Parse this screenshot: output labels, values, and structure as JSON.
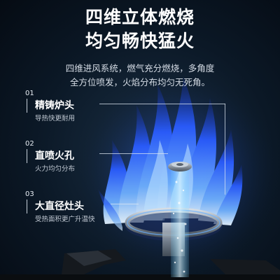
{
  "headline": {
    "line1": "四维立体燃烧",
    "line2": "均匀畅快猛火"
  },
  "subline": {
    "line1": "四维进风系统，燃气充分燃烧，多角度",
    "line2": "全方位喷发，火焰分布均匀无死角。"
  },
  "features": [
    {
      "num": "01",
      "title": "精铸炉头",
      "desc": "导热快更耐用"
    },
    {
      "num": "02",
      "title": "直喷火孔",
      "desc": "火力均匀分布"
    },
    {
      "num": "03",
      "title": "大直径灶头",
      "desc": "受热面积更广升温快"
    }
  ],
  "colors": {
    "background": "#0b1826",
    "flame_blue": "#2f6dff",
    "flame_core": "#bfe3ff",
    "burner_metal": "#9aa4ae"
  }
}
